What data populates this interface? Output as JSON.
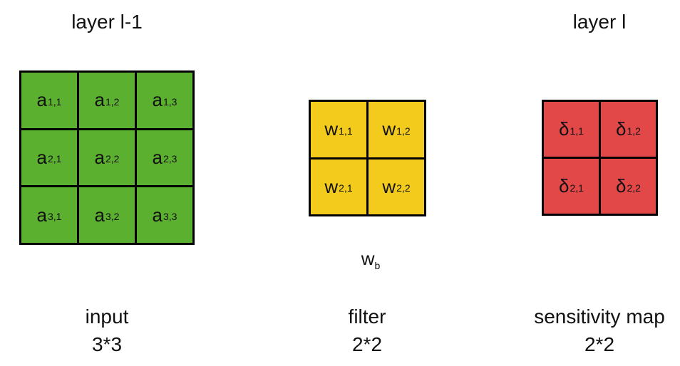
{
  "layers": {
    "left_title": "layer l-1",
    "right_title": "layer l"
  },
  "input": {
    "name": "input",
    "size": "3*3",
    "color": "#5bb02f",
    "cells": [
      {
        "sym": "a",
        "sub": "1,1"
      },
      {
        "sym": "a",
        "sub": "1,2"
      },
      {
        "sym": "a",
        "sub": "1,3"
      },
      {
        "sym": "a",
        "sub": "2,1"
      },
      {
        "sym": "a",
        "sub": "2,2"
      },
      {
        "sym": "a",
        "sub": "2,3"
      },
      {
        "sym": "a",
        "sub": "3,1"
      },
      {
        "sym": "a",
        "sub": "3,2"
      },
      {
        "sym": "a",
        "sub": "3,3"
      }
    ]
  },
  "filter": {
    "name": "filter",
    "size": "2*2",
    "color": "#f2cb1d",
    "cells": [
      {
        "sym": "w",
        "sub": "1,1"
      },
      {
        "sym": "w",
        "sub": "1,2"
      },
      {
        "sym": "w",
        "sub": "2,1"
      },
      {
        "sym": "w",
        "sub": "2,2"
      }
    ],
    "bias": {
      "sym": "w",
      "sub": "b"
    }
  },
  "sensitivity_map": {
    "name": "sensitivity map",
    "size": "2*2",
    "color": "#e34848",
    "cells": [
      {
        "sym": "δ",
        "sub": "1,1"
      },
      {
        "sym": "δ",
        "sub": "1,2"
      },
      {
        "sym": "δ",
        "sub": "2,1"
      },
      {
        "sym": "δ",
        "sub": "2,2"
      }
    ]
  }
}
